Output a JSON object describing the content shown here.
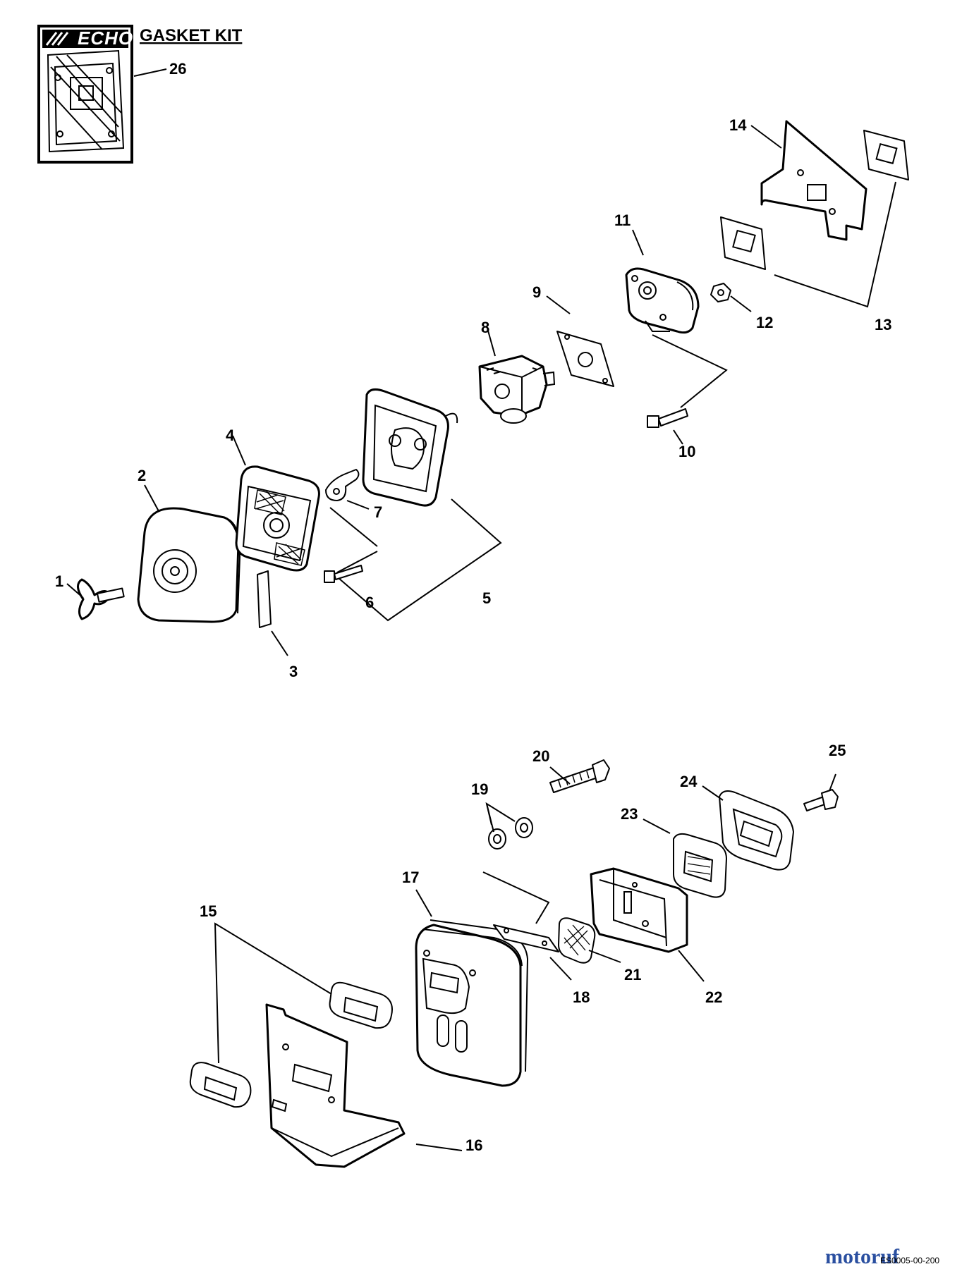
{
  "kit": {
    "brand": "ECHO",
    "title": "GASKET KIT"
  },
  "callouts": [
    "1",
    "2",
    "3",
    "4",
    "5",
    "6",
    "7",
    "8",
    "9",
    "10",
    "11",
    "12",
    "13",
    "14",
    "15",
    "16",
    "17",
    "18",
    "19",
    "20",
    "21",
    "22",
    "23",
    "24",
    "25",
    "26"
  ],
  "footer": {
    "code": "ES0005-00-200",
    "watermark": "motoruf"
  },
  "colors": {
    "ink": "#000000",
    "paper": "#ffffff",
    "wm_blue": "#2a4fa0",
    "wm_orange": "#e0701a",
    "wm_green": "#3a9a3a"
  }
}
